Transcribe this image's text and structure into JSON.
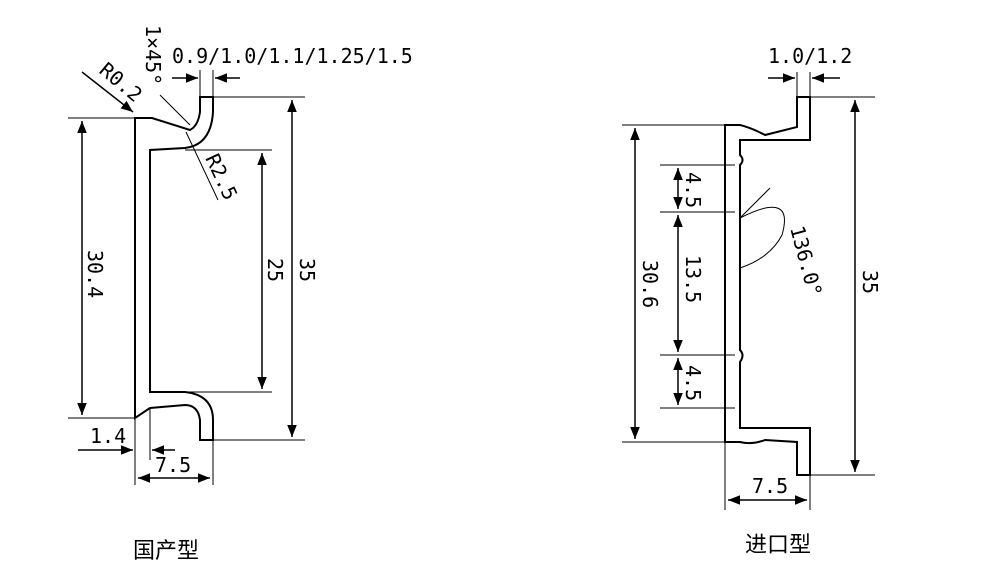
{
  "domestic": {
    "caption": "国产型",
    "thickness_options": "0.9/1.0/1.1/1.25/1.5",
    "chamfer": "1×45°",
    "inner_radius": "R0.2",
    "outer_radius": "R2.5",
    "dim_height_outer": "35",
    "dim_height_inner": "25",
    "dim_height_left": "30.4",
    "dim_lip": "1.4",
    "dim_width": "7.5"
  },
  "imported": {
    "caption": "进口型",
    "thickness_options": "1.0/1.2",
    "dim_top_bump": "4.5",
    "dim_mid": "13.5",
    "dim_bottom_bump": "4.5",
    "dim_height_left": "30.6",
    "dim_height_outer": "35",
    "angle": "136.0°",
    "dim_width": "7.5"
  }
}
